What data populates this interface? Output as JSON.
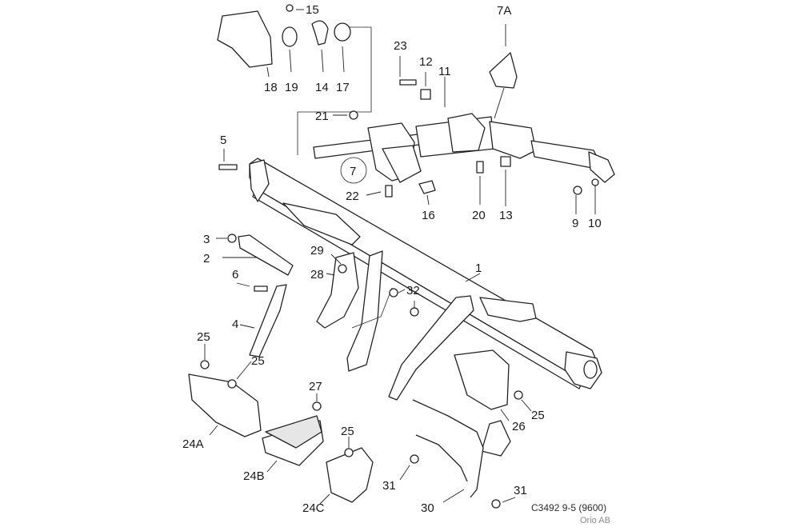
{
  "diagram": {
    "callouts": [
      {
        "id": "1",
        "text": "1"
      },
      {
        "id": "2",
        "text": "2"
      },
      {
        "id": "3",
        "text": "3"
      },
      {
        "id": "4",
        "text": "4"
      },
      {
        "id": "5",
        "text": "5"
      },
      {
        "id": "6",
        "text": "6"
      },
      {
        "id": "7",
        "text": "7"
      },
      {
        "id": "7A",
        "text": "7A"
      },
      {
        "id": "9",
        "text": "9"
      },
      {
        "id": "10",
        "text": "10"
      },
      {
        "id": "11",
        "text": "11"
      },
      {
        "id": "12",
        "text": "12"
      },
      {
        "id": "13",
        "text": "13"
      },
      {
        "id": "14",
        "text": "14"
      },
      {
        "id": "15",
        "text": "15"
      },
      {
        "id": "16",
        "text": "16"
      },
      {
        "id": "17",
        "text": "17"
      },
      {
        "id": "18",
        "text": "18"
      },
      {
        "id": "19",
        "text": "19"
      },
      {
        "id": "20",
        "text": "20"
      },
      {
        "id": "21",
        "text": "21"
      },
      {
        "id": "22",
        "text": "22"
      },
      {
        "id": "23",
        "text": "23"
      },
      {
        "id": "24A",
        "text": "24A"
      },
      {
        "id": "24B",
        "text": "24B"
      },
      {
        "id": "24C",
        "text": "24C"
      },
      {
        "id": "25a",
        "text": "25"
      },
      {
        "id": "25b",
        "text": "25"
      },
      {
        "id": "25c",
        "text": "25"
      },
      {
        "id": "25d",
        "text": "25"
      },
      {
        "id": "26",
        "text": "26"
      },
      {
        "id": "27",
        "text": "27"
      },
      {
        "id": "28",
        "text": "28"
      },
      {
        "id": "29",
        "text": "29"
      },
      {
        "id": "30",
        "text": "30"
      },
      {
        "id": "31a",
        "text": "31"
      },
      {
        "id": "31b",
        "text": "31"
      },
      {
        "id": "32",
        "text": "32"
      }
    ],
    "caption": "C3492 9-5 (9600)",
    "credit": "Orio AB",
    "colors": {
      "ink": "#222222",
      "paper": "#ffffff",
      "credit": "#8a8a8a"
    }
  }
}
